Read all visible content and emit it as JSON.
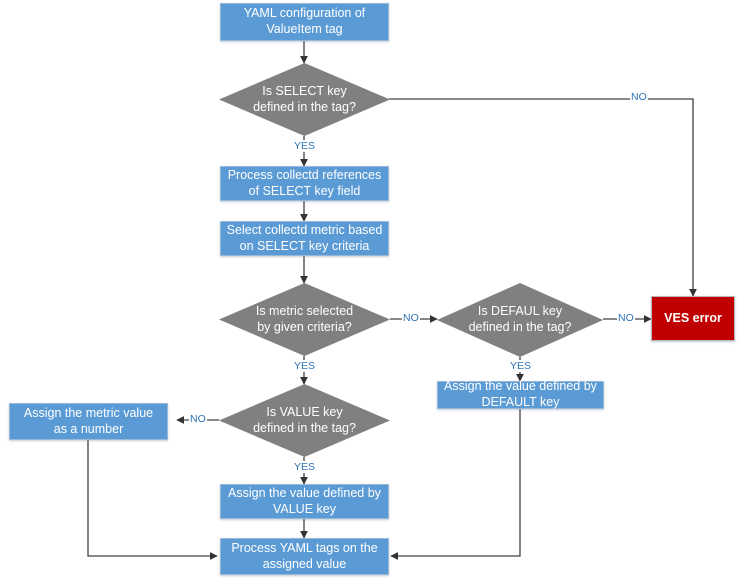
{
  "diagram": {
    "title": "YAML ValueItem tag processing flowchart",
    "colors": {
      "process_fill": "#5B9BD5",
      "decision_fill": "#808080",
      "error_fill": "#C00000",
      "edge_label": "#2E74B5",
      "edge_line": "#404040",
      "node_text": "#FFFFFF",
      "background": "#FFFFFF"
    },
    "nodes": [
      {
        "id": "start",
        "type": "process",
        "label": "YAML configuration of\nValueItem tag"
      },
      {
        "id": "select_key",
        "type": "decision",
        "label": "Is SELECT key\ndefined in the tag?"
      },
      {
        "id": "process_refs",
        "type": "process",
        "label": "Process collectd references\nof SELECT key field"
      },
      {
        "id": "select_metric",
        "type": "process",
        "label": "Select collectd metric based\non SELECT key criteria"
      },
      {
        "id": "metric_sel",
        "type": "decision",
        "label": "Is metric selected\nby given criteria?"
      },
      {
        "id": "defaul_key",
        "type": "decision",
        "label": "Is DEFAUL key\ndefined in the tag?"
      },
      {
        "id": "ves_error",
        "type": "error",
        "label": "VES error"
      },
      {
        "id": "assign_default",
        "type": "process",
        "label": "Assign the value defined by\nDEFAULT key"
      },
      {
        "id": "value_key",
        "type": "decision",
        "label": "Is VALUE key\ndefined in the tag?"
      },
      {
        "id": "assign_number",
        "type": "process",
        "label": "Assign the metric value\nas a number"
      },
      {
        "id": "assign_value",
        "type": "process",
        "label": "Assign the value defined by\nVALUE key"
      },
      {
        "id": "process_yaml",
        "type": "process",
        "label": "Process YAML tags on the\nassigned value"
      }
    ],
    "edges": [
      {
        "from": "start",
        "to": "select_key",
        "label": ""
      },
      {
        "from": "select_key",
        "to": "process_refs",
        "label": "YES"
      },
      {
        "from": "select_key",
        "to": "ves_error",
        "label": "NO"
      },
      {
        "from": "process_refs",
        "to": "select_metric",
        "label": ""
      },
      {
        "from": "select_metric",
        "to": "metric_sel",
        "label": ""
      },
      {
        "from": "metric_sel",
        "to": "value_key",
        "label": "YES"
      },
      {
        "from": "metric_sel",
        "to": "defaul_key",
        "label": "NO"
      },
      {
        "from": "defaul_key",
        "to": "ves_error",
        "label": "NO"
      },
      {
        "from": "defaul_key",
        "to": "assign_default",
        "label": "YES"
      },
      {
        "from": "value_key",
        "to": "assign_value",
        "label": "YES"
      },
      {
        "from": "value_key",
        "to": "assign_number",
        "label": "NO"
      },
      {
        "from": "assign_value",
        "to": "process_yaml",
        "label": ""
      },
      {
        "from": "assign_number",
        "to": "process_yaml",
        "label": ""
      },
      {
        "from": "assign_default",
        "to": "process_yaml",
        "label": ""
      }
    ],
    "labels": {
      "yes_1": "YES",
      "no_1": "NO",
      "yes_2": "YES",
      "no_2": "NO",
      "no_3": "NO",
      "yes_3": "YES",
      "yes_4": "YES",
      "no_4": "NO"
    }
  }
}
